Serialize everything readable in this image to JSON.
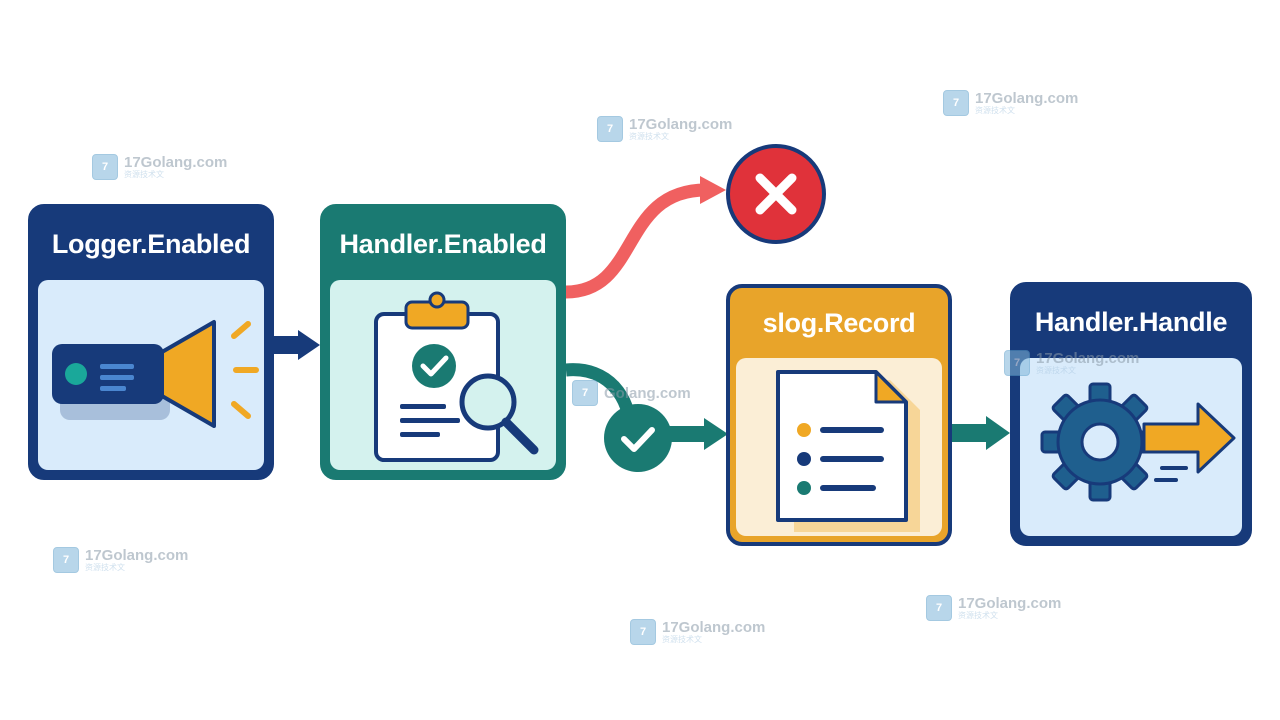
{
  "steps": {
    "logger_enabled": "Logger.Enabled",
    "handler_enabled": "Handler.Enabled",
    "slog_record": "slog.Record",
    "handler_handle": "Handler.Handle"
  },
  "watermark": {
    "site": "17Golang.com",
    "sub": "资源技术文",
    "partial": "Golang.com"
  },
  "colors": {
    "navy": "#173a7a",
    "teal": "#1a7a72",
    "amber": "#e8a42a",
    "red": "#e0323a",
    "coral": "#f06060"
  }
}
